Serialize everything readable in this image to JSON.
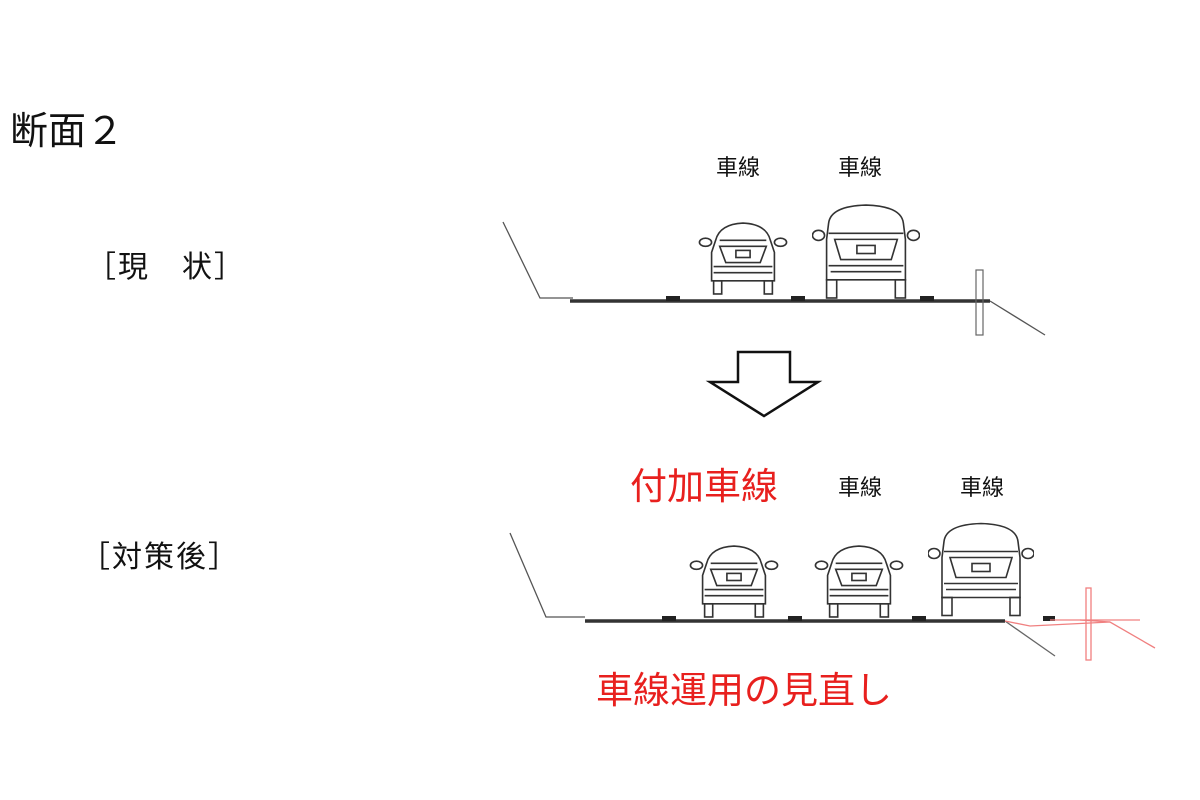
{
  "title": "断面２",
  "current": {
    "label": "［現　状］",
    "lanes": [
      "車線",
      "車線"
    ]
  },
  "after": {
    "label": "［対策後］",
    "added_lane": "付加車線",
    "lanes": [
      "車線",
      "車線"
    ],
    "note": "車線運用の見直し"
  },
  "colors": {
    "accent": "#e8201e",
    "line": "#333333",
    "red_line": "#f08080"
  }
}
